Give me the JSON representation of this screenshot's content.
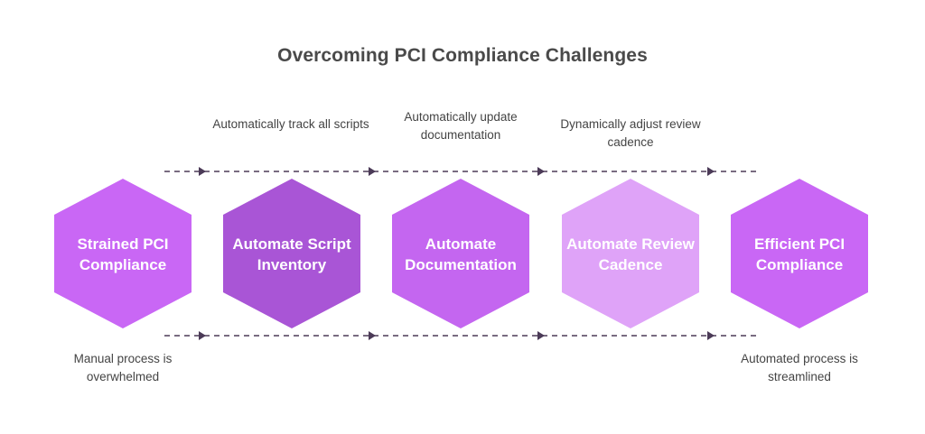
{
  "title": "Overcoming PCI Compliance Challenges",
  "colors": {
    "title": "#4a4a4a",
    "text": "#444444",
    "connector": "#4b3a57",
    "hex_label": "#ffffff"
  },
  "steps": [
    {
      "label": "Strained PCI Compliance",
      "color": "#c967f5"
    },
    {
      "label": "Automate Script Inventory",
      "color": "#a955d6"
    },
    {
      "label": "Automate Documentation",
      "color": "#c466f0"
    },
    {
      "label": "Automate Review Cadence",
      "color": "#dfa3f8"
    },
    {
      "label": "Efficient PCI Compliance",
      "color": "#c967f5"
    }
  ],
  "top_notes": [
    "Automatically track all scripts",
    "Automatically update documentation",
    "Dynamically adjust review cadence"
  ],
  "bottom_notes": [
    "Manual process is overwhelmed",
    "Automated process is streamlined"
  ]
}
